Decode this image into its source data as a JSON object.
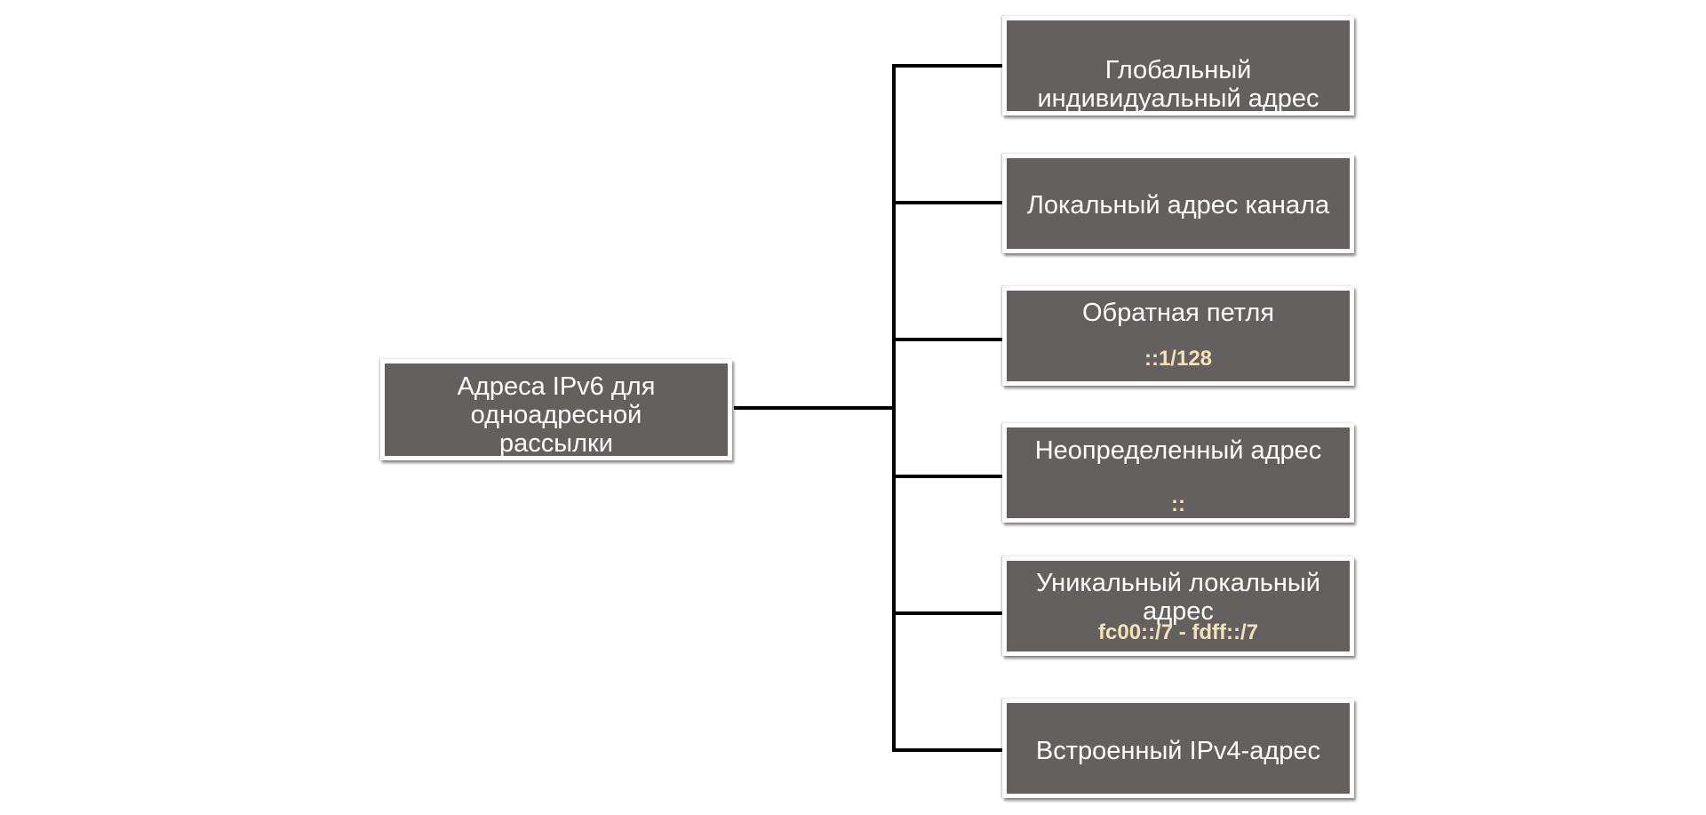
{
  "diagram": {
    "root": {
      "label": "Адреса IPv6 для одноадресной рассылки"
    },
    "children": [
      {
        "label": "Глобальный индивидуальный адрес",
        "sub": ""
      },
      {
        "label": "Локальный адрес канала",
        "sub": ""
      },
      {
        "label": "Обратная петля",
        "sub": "::1/128"
      },
      {
        "label": "Неопределенный адрес",
        "sub": "::"
      },
      {
        "label": "Уникальный локальный адрес",
        "sub": "fc00::/7 - fdff::/7"
      },
      {
        "label": "Встроенный IPv4-адрес",
        "sub": ""
      }
    ],
    "colors": {
      "box_fill": "#656060",
      "box_border": "#ffffff",
      "label_text": "#ffffff",
      "sub_text": "#f6e0b8",
      "connector": "#000000"
    }
  }
}
